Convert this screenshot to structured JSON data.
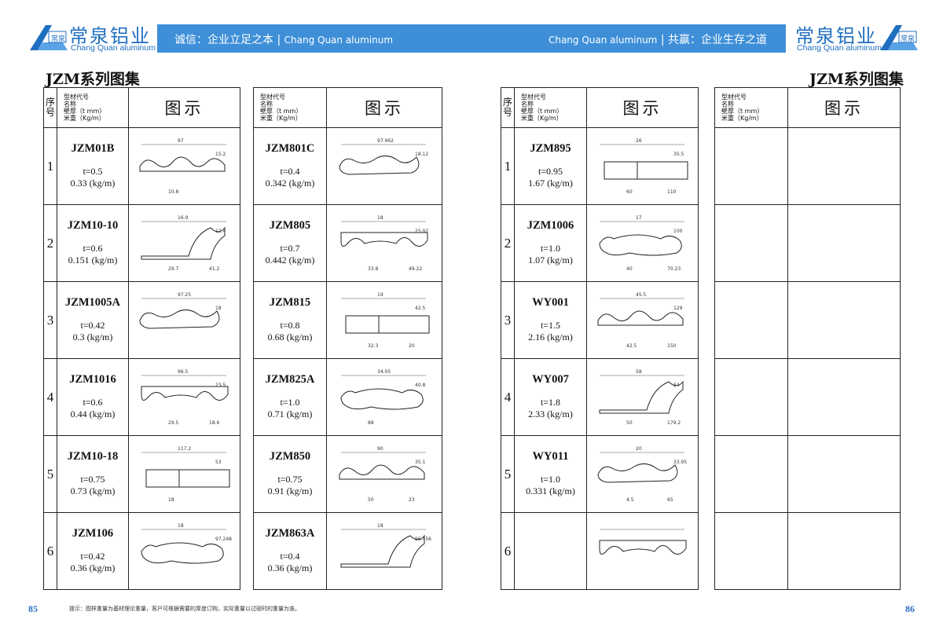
{
  "header": {
    "brand_cn": "常泉铝业",
    "brand_en": "Chang Quan aluminum",
    "logo_badge": "常泉",
    "left_slogan_cn": "诚信：企业立足之本",
    "left_slogan_en": "Chang Quan aluminum",
    "right_slogan_en": "Chang Quan aluminum",
    "right_slogan_cn": "共赢：企业生存之道",
    "separator": "|",
    "accent_color": "#3e8fd8",
    "brand_color": "#1f6fc0"
  },
  "left_page": {
    "series_title": "JZM系列图集",
    "page_number": "85",
    "footer_note": "提示：图样重量为基材理论重量，客户可根据需要的厚度订购，实际重量以过磅时的重量为准。"
  },
  "right_page": {
    "series_title": "JZM系列图集",
    "page_number": "86"
  },
  "table_header": {
    "index_label": "序号",
    "spec_lines": [
      "型材代号",
      "名称",
      "壁厚（t mm）",
      "米重（Kg/m）"
    ],
    "figure_label": "图示"
  },
  "row_numbers": [
    "1",
    "2",
    "3",
    "4",
    "5",
    "6"
  ],
  "col1": [
    {
      "code": "JZM01B",
      "t": "t=0.5",
      "w": "0.33 (kg/m)",
      "dims": [
        "97",
        "15.2",
        "10.8"
      ]
    },
    {
      "code": "JZM10-10",
      "t": "t=0.6",
      "w": "0.151 (kg/m)",
      "dims": [
        "16.9",
        "12.4",
        "29.7",
        "41.2"
      ]
    },
    {
      "code": "JZM1005A",
      "t": "t=0.42",
      "w": "0.3 (kg/m)",
      "dims": [
        "97.25",
        "18"
      ]
    },
    {
      "code": "JZM1016",
      "t": "t=0.6",
      "w": "0.44 (kg/m)",
      "dims": [
        "96.5",
        "23.5",
        "29.5",
        "18.6"
      ]
    },
    {
      "code": "JZM10-18",
      "t": "t=0.75",
      "w": "0.73 (kg/m)",
      "dims": [
        "117.2",
        "53",
        "18"
      ]
    },
    {
      "code": "JZM106",
      "t": "t=0.42",
      "w": "0.36 (kg/m)",
      "dims": [
        "18",
        "97.248"
      ]
    }
  ],
  "col2": [
    {
      "code": "JZM801C",
      "t": "t=0.4",
      "w": "0.342 (kg/m)",
      "dims": [
        "97.962",
        "18.12"
      ]
    },
    {
      "code": "JZM805",
      "t": "t=0.7",
      "w": "0.442 (kg/m)",
      "dims": [
        "18",
        "25.02",
        "33.8",
        "49.22"
      ]
    },
    {
      "code": "JZM815",
      "t": "t=0.8",
      "w": "0.68 (kg/m)",
      "dims": [
        "19",
        "42.5",
        "32.3",
        "20"
      ]
    },
    {
      "code": "JZM825A",
      "t": "t=1.0",
      "w": "0.71 (kg/m)",
      "dims": [
        "34.05",
        "40.8",
        "88"
      ]
    },
    {
      "code": "JZM850",
      "t": "t=0.75",
      "w": "0.91 (kg/m)",
      "dims": [
        "90",
        "35.1",
        "50",
        "23"
      ]
    },
    {
      "code": "JZM863A",
      "t": "t=0.4",
      "w": "0.36 (kg/m)",
      "dims": [
        "18",
        "96.456"
      ]
    }
  ],
  "col3": [
    {
      "code": "JZM895",
      "t": "t=0.95",
      "w": "1.67 (kg/m)",
      "dims": [
        "26",
        "35.5",
        "60",
        "110"
      ]
    },
    {
      "code": "JZM1006",
      "t": "t=1.0",
      "w": "1.07 (kg/m)",
      "dims": [
        "17",
        "100",
        "40",
        "70.23"
      ]
    },
    {
      "code": "WY001",
      "t": "t=1.5",
      "w": "2.16 (kg/m)",
      "dims": [
        "45.5",
        "129",
        "42.5",
        "150"
      ]
    },
    {
      "code": "WY007",
      "t": "t=1.8",
      "w": "2.33 (kg/m)",
      "dims": [
        "58",
        "54",
        "50",
        "179.2"
      ]
    },
    {
      "code": "WY011",
      "t": "t=1.0",
      "w": "0.331 (kg/m)",
      "dims": [
        "20",
        "33.95",
        "4.5",
        "65"
      ]
    },
    {
      "code": "",
      "t": "",
      "w": "",
      "dims": []
    }
  ]
}
